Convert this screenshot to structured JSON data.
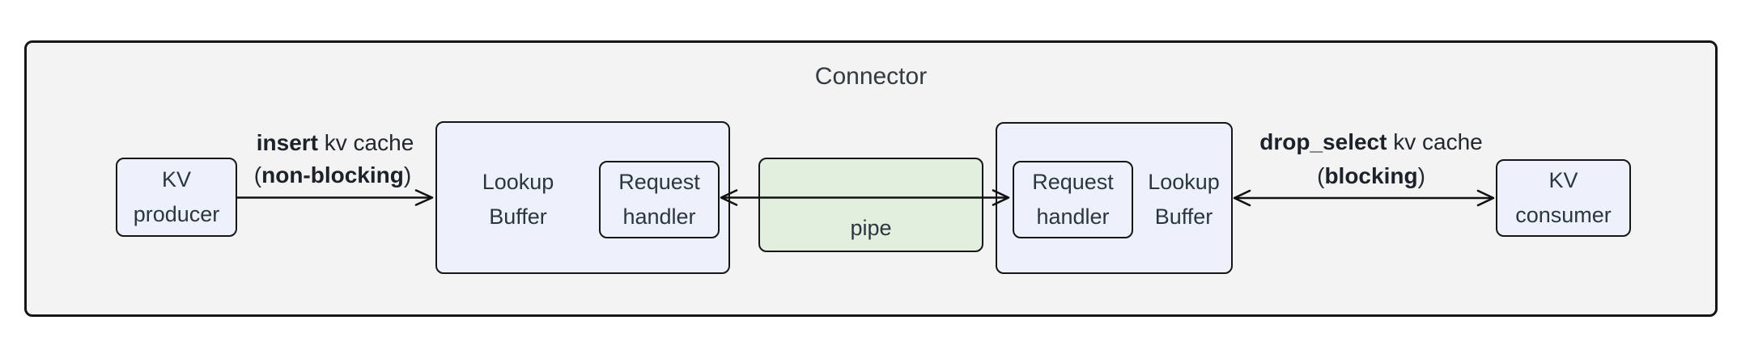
{
  "title": "Connector",
  "colors": {
    "container_fill": "#f2f3f2",
    "node_fill": "#edf1fb",
    "pipe_fill": "#e2efde",
    "border": "#161616",
    "text": "#2e3440"
  },
  "nodes": {
    "kv_producer": {
      "lines": [
        "KV",
        "producer"
      ]
    },
    "lookup_buffer_left": {
      "lines": [
        "Lookup",
        "Buffer"
      ]
    },
    "request_handler_left": {
      "lines": [
        "Request",
        "handler"
      ]
    },
    "pipe": {
      "label": "pipe"
    },
    "request_handler_right": {
      "lines": [
        "Request",
        "handler"
      ]
    },
    "lookup_buffer_right": {
      "lines": [
        "Lookup",
        "Buffer"
      ]
    },
    "kv_consumer": {
      "lines": [
        "KV",
        "consumer"
      ]
    }
  },
  "edges": {
    "insert": {
      "verb": "insert",
      "object": " kv cache",
      "mode_open": "(",
      "mode": "non-blocking",
      "mode_close": ")"
    },
    "drop_select": {
      "verb": "drop_select",
      "object": " kv cache",
      "mode_open": "(",
      "mode": "blocking",
      "mode_close": ")"
    }
  }
}
